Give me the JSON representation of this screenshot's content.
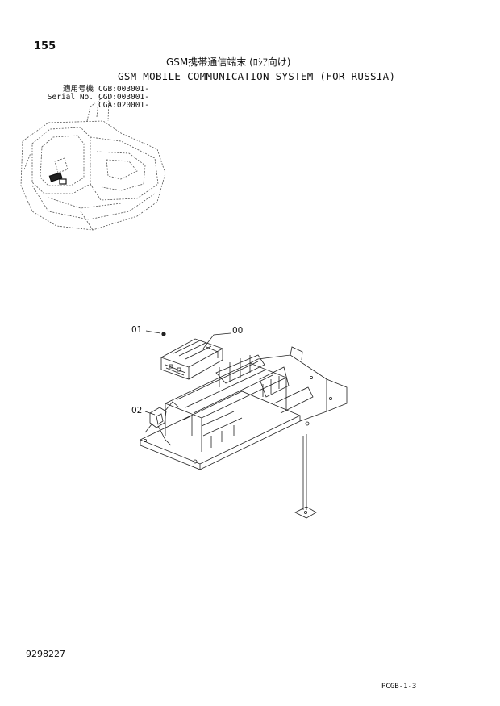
{
  "page": {
    "number": "155",
    "title_jp": "GSM携帯通信端末 (ﾛｼｱ向け)",
    "title_en": "GSM MOBILE COMMUNICATION SYSTEM (FOR RUSSIA)"
  },
  "applicability": {
    "label_jp": "適用号機",
    "label_en": "Serial No.",
    "serials": [
      "CGB:003001-",
      "CGD:003001-",
      "CGA:020001-"
    ]
  },
  "callouts": {
    "c01": "01",
    "c00": "00",
    "c02": "02"
  },
  "footer": {
    "doc_number": "9298227",
    "sheet_ref": "PCGB-1-3"
  }
}
